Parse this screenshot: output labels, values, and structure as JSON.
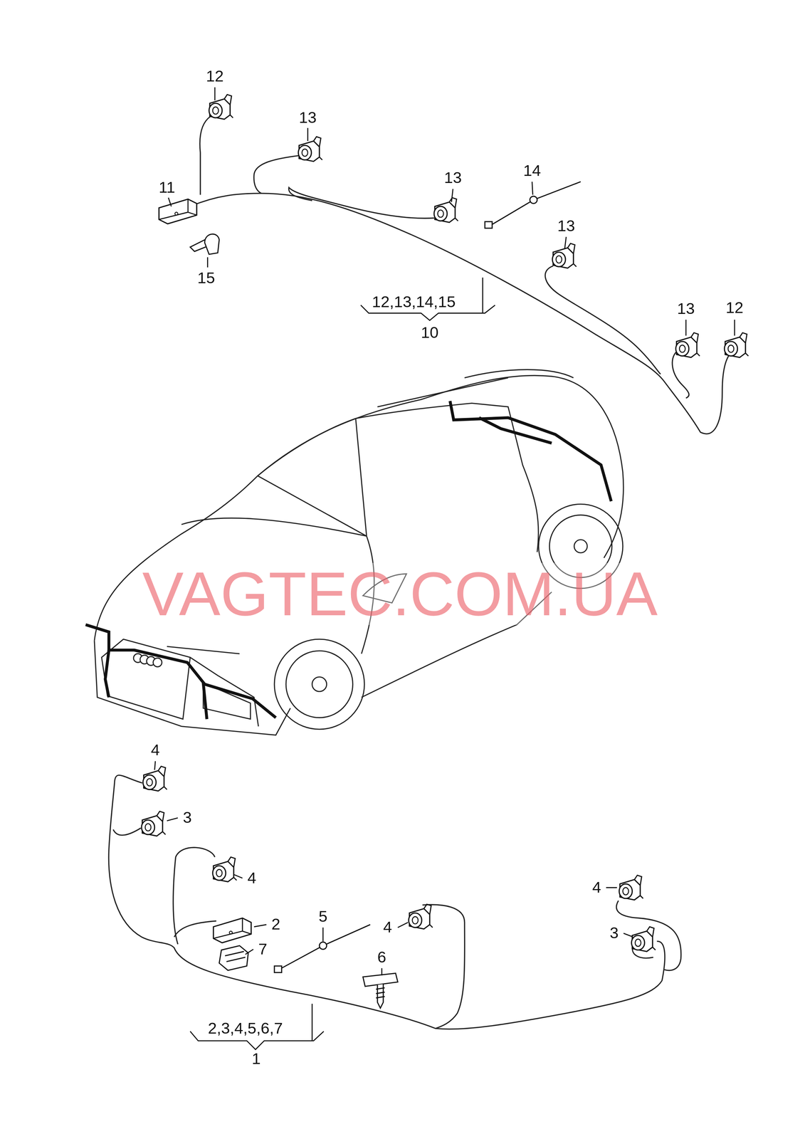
{
  "diagram": {
    "labels": [
      "12",
      "13",
      "14",
      "13",
      "11",
      "13",
      "15",
      "12,13,14,15",
      "13",
      "12",
      "10",
      "VAGTEC.COM.UA",
      "4",
      "3",
      "4",
      "5",
      "2",
      "4",
      "4",
      "3",
      "7",
      "6",
      "2,3,4,5,6,7",
      "1"
    ]
  }
}
